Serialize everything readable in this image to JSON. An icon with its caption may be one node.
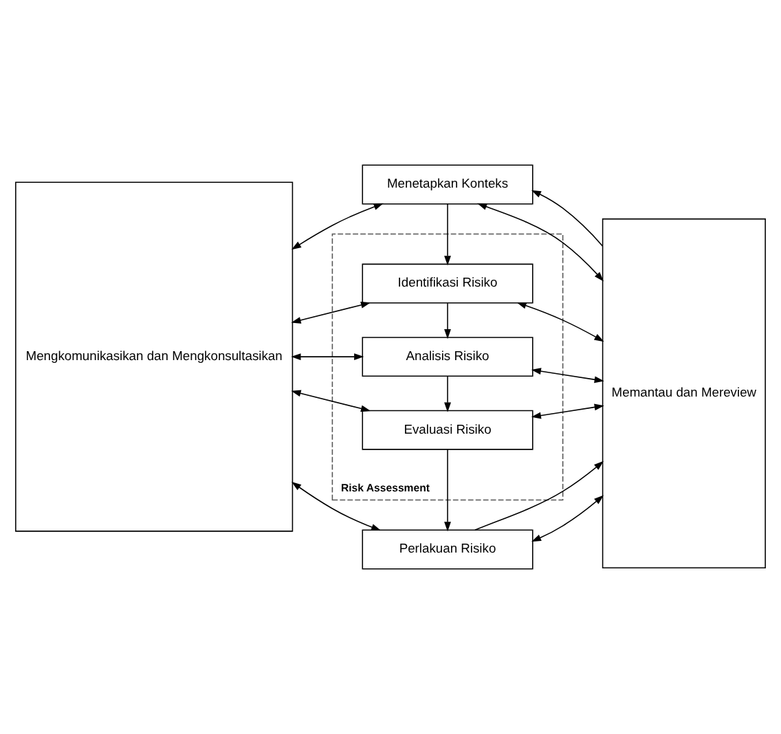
{
  "diagram": {
    "nodes": [
      {
        "text": [
          "Mengkomunikasikan dan Mengkonsultasikan"
        ]
      },
      {
        "text": [
          "Menetapkan Konteks"
        ]
      },
      {
        "text": [
          "Risk Assessment"
        ]
      },
      {
        "text": [
          "Identifikasi Risiko"
        ],
        "in": 2
      },
      {
        "text": [
          "Analisis Risiko"
        ],
        "in": 2
      },
      {
        "text": [
          "Evaluasi Risiko"
        ],
        "in": 2
      },
      {
        "text": [
          "Perlakuan Risiko"
        ]
      },
      {
        "text": [
          "Memantau dan Mereview"
        ]
      }
    ],
    "edges": [
      {
        "from": 0,
        "to": 1,
        "arrow": "both"
      },
      {
        "from": 0,
        "to": 3,
        "arrow": "both"
      },
      {
        "from": 0,
        "to": 4,
        "arrow": "both"
      },
      {
        "from": 0,
        "to": 5,
        "arrow": "both"
      },
      {
        "from": 0,
        "to": 6,
        "arrow": "both"
      },
      {
        "from": 1,
        "to": 7,
        "arrow": "both"
      },
      {
        "from": 3,
        "to": 7,
        "arrow": "both"
      },
      {
        "from": 4,
        "to": 7,
        "arrow": "both"
      },
      {
        "from": 5,
        "to": 7,
        "arrow": "both"
      },
      {
        "from": 6,
        "to": 7,
        "arrow": "both"
      },
      {
        "from": 1,
        "to": 3,
        "arrow": "to"
      },
      {
        "from": 3,
        "to": 4,
        "arrow": "to"
      },
      {
        "from": 4,
        "to": 5,
        "arrow": "to"
      },
      {
        "from": 5,
        "to": 6,
        "arrow": "to"
      },
      {
        "from": 7,
        "to": 1,
        "arrow": "to"
      },
      {
        "from": 6,
        "to": 7,
        "arrow": "to"
      }
    ]
  }
}
